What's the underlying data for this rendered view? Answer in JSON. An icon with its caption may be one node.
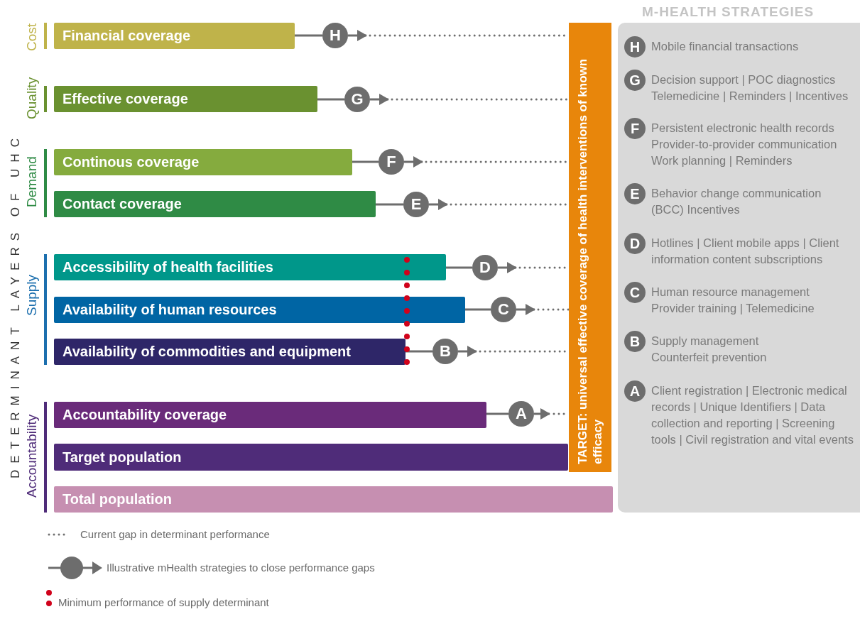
{
  "diagram": {
    "nodes": [
      {
        "text": [
          "Financial coverage"
        ]
      },
      {
        "text": [
          "Effective coverage"
        ]
      },
      {
        "text": [
          "Continous coverage"
        ]
      },
      {
        "text": [
          "Contact coverage"
        ]
      },
      {
        "text": [
          "Accessibility of health facilities"
        ]
      },
      {
        "text": [
          "Availability of human resources"
        ]
      },
      {
        "text": [
          "Availability of commodities and equipment"
        ]
      },
      {
        "text": [
          "Accountability coverage"
        ]
      },
      {
        "text": [
          "Target population"
        ]
      },
      {
        "text": [
          "Total population"
        ]
      },
      {
        "text": [
          "TARGET: universal effective coverage of health interventions of known efficacy"
        ]
      },
      {
        "text": [
          "H"
        ]
      },
      {
        "text": [
          "G"
        ]
      },
      {
        "text": [
          "F"
        ]
      },
      {
        "text": [
          "E"
        ]
      },
      {
        "text": [
          "D"
        ]
      },
      {
        "text": [
          "C"
        ]
      },
      {
        "text": [
          "B"
        ]
      },
      {
        "text": [
          "A"
        ]
      },
      {
        "text": [
          "M-HEALTH STRATEGIES"
        ]
      },
      {
        "text": [
          "H"
        ],
        "beside": [
          "Mobile financial transactions"
        ],
        "in": 19
      },
      {
        "text": [
          "G"
        ],
        "beside": [
          "Decision support | POC diagnostics Telemedicine | Reminders | Incentives"
        ],
        "in": 19
      },
      {
        "text": [
          "F"
        ],
        "beside": [
          "Persistent electronic health records Provider-to-provider communication Work planning | Reminders"
        ],
        "in": 19
      },
      {
        "text": [
          "E"
        ],
        "beside": [
          "Behavior change communication (BCC) Incentives"
        ],
        "in": 19
      },
      {
        "text": [
          "D"
        ],
        "beside": [
          "Hotlines | Client mobile apps | Client information content subscriptions"
        ],
        "in": 19
      },
      {
        "text": [
          "C"
        ],
        "beside": [
          "Human resource management Provider training | Telemedicine"
        ],
        "in": 19
      },
      {
        "text": [
          "B"
        ],
        "beside": [
          "Supply management Counterfeit prevention"
        ],
        "in": 19
      },
      {
        "text": [
          "A"
        ],
        "beside": [
          "Client registration | Electronic medical records | Unique Identifiers | Data collection and reporting | Screening tools | Civil registration and vital events"
        ],
        "in": 19
      }
    ],
    "edges": [
      {
        "from": 0,
        "to": 11,
        "arrow": "none"
      },
      {
        "from": 11,
        "to": null,
        "arrow": "to"
      },
      {
        "from": null,
        "to": 10,
        "arrow": "none",
        "style": "dashed"
      },
      {
        "from": 1,
        "to": 12,
        "arrow": "none"
      },
      {
        "from": 12,
        "to": null,
        "arrow": "to"
      },
      {
        "from": null,
        "to": 10,
        "arrow": "none",
        "style": "dashed"
      },
      {
        "from": 2,
        "to": 13,
        "arrow": "none"
      },
      {
        "from": 13,
        "to": null,
        "arrow": "to"
      },
      {
        "from": null,
        "to": 10,
        "arrow": "none",
        "style": "dashed"
      },
      {
        "from": 3,
        "to": 14,
        "arrow": "none"
      },
      {
        "from": 14,
        "to": null,
        "arrow": "to"
      },
      {
        "from": null,
        "to": 10,
        "arrow": "none",
        "style": "dashed"
      },
      {
        "from": 4,
        "to": 15,
        "arrow": "none"
      },
      {
        "from": 15,
        "to": null,
        "arrow": "to"
      },
      {
        "from": null,
        "to": 10,
        "arrow": "none",
        "style": "dashed"
      },
      {
        "from": 5,
        "to": 16,
        "arrow": "none"
      },
      {
        "from": 16,
        "to": null,
        "arrow": "to"
      },
      {
        "from": null,
        "to": 10,
        "arrow": "none",
        "style": "dashed"
      },
      {
        "from": 6,
        "to": 17,
        "arrow": "none"
      },
      {
        "from": 17,
        "to": null,
        "arrow": "to"
      },
      {
        "from": null,
        "to": 10,
        "arrow": "none",
        "style": "dashed"
      },
      {
        "from": 7,
        "to": 18,
        "arrow": "none"
      },
      {
        "from": 18,
        "to": null,
        "arrow": "to"
      },
      {
        "from": null,
        "to": 10,
        "arrow": "none",
        "style": "dashed"
      }
    ],
    "labels": [
      "DETERMINANT LAYERS OF UHC",
      "Cost",
      "Quality",
      "Demand",
      "Supply",
      "Accountability"
    ],
    "legend": [
      {
        "text": "Current gap in determinant performance"
      },
      {
        "text": "Illustrative mHealth strategies to close performance gaps"
      },
      {
        "text": "Minimum performance of supply determinant"
      }
    ]
  }
}
